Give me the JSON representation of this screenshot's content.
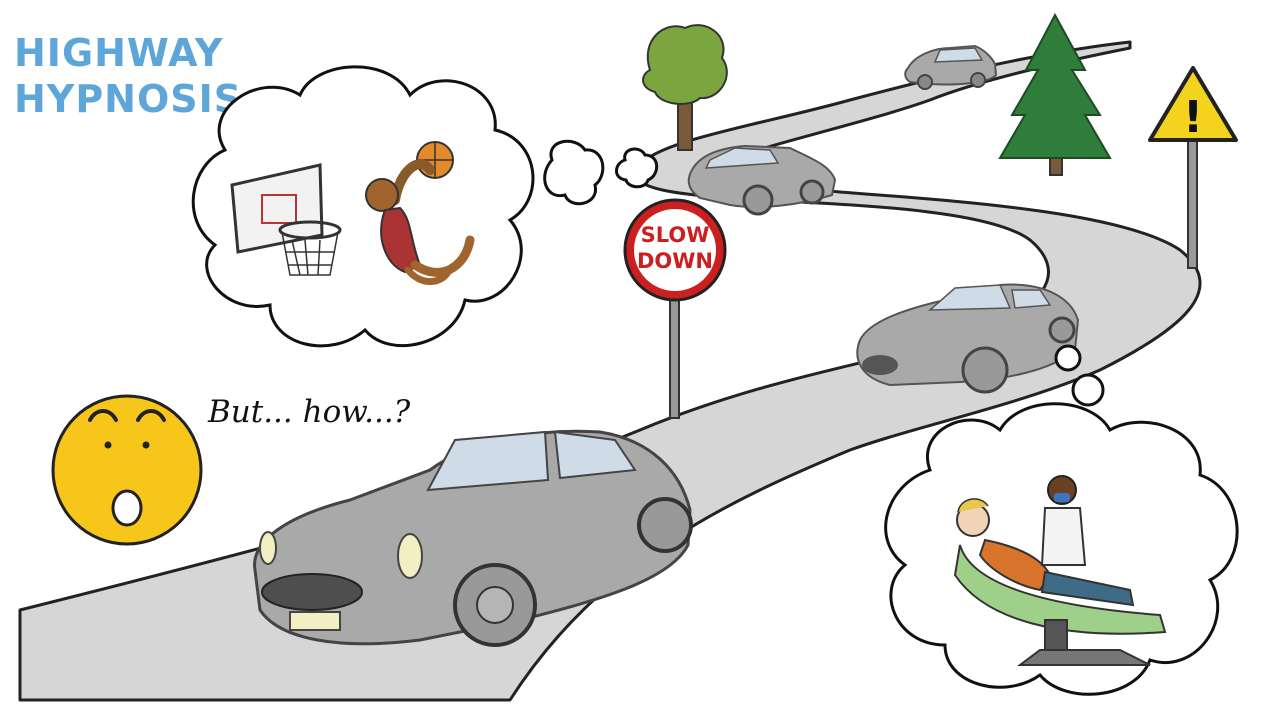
{
  "title": {
    "line1": "HIGHWAY",
    "line2": "HYPNOSIS"
  },
  "sign": {
    "line1": "SLOW",
    "line2": "DOWN"
  },
  "caption": "But... how...?",
  "warning_symbol": "!",
  "icons": {
    "warning_sign": "warning-triangle-icon",
    "stop_sign": "slow-down-sign-icon",
    "face": "surprised-face-icon"
  },
  "colors": {
    "title": "#5ea6d8",
    "road": "#d6d6d6",
    "car": "#a9a9a9",
    "sign_red": "#cc1f1f",
    "warning_yellow": "#f4d31f",
    "face_yellow": "#f7c61b",
    "tree_green": "#2e7d3b",
    "tree_light": "#7ba63f"
  }
}
